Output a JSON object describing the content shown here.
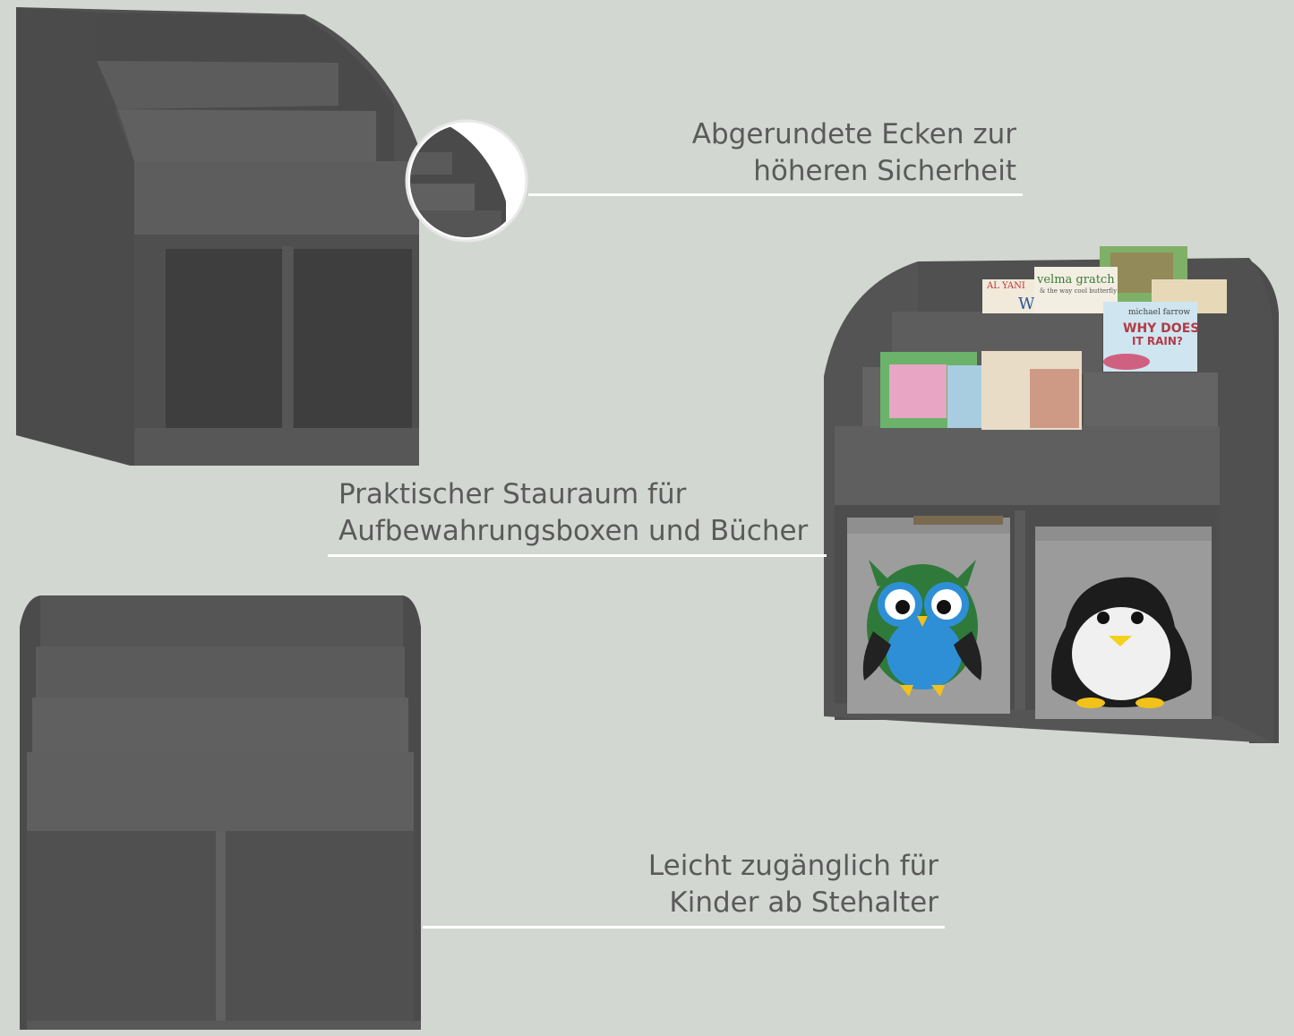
{
  "features": [
    {
      "id": "rounded-corners",
      "lines": [
        "Abgerundete Ecken zur",
        "höheren Sicherheit"
      ]
    },
    {
      "id": "storage",
      "lines": [
        "Praktischer Stauraum für",
        "Aufbewahrungsboxen und Bücher"
      ]
    },
    {
      "id": "accessible",
      "lines": [
        "Leicht zugänglich für",
        "Kinder ab Stehalter"
      ]
    }
  ],
  "books": {
    "book1_title": "AL YANI",
    "book1_letter": "W",
    "book2_title": "velma gratch",
    "book2_subtitle": "& the way cool butterfly",
    "book3_author": "michael farrow",
    "book3_title_line1": "WHY DOES",
    "book3_title_line2": "IT RAIN?"
  },
  "colors": {
    "background": "#d2d7d1",
    "shelf": "#595959",
    "shelf_dark": "#3f3f3f",
    "felt": "#9d9d9d",
    "caption": "#5a5a5a",
    "rule": "#ffffff"
  },
  "icons": [
    "owl-icon",
    "penguin-icon"
  ]
}
